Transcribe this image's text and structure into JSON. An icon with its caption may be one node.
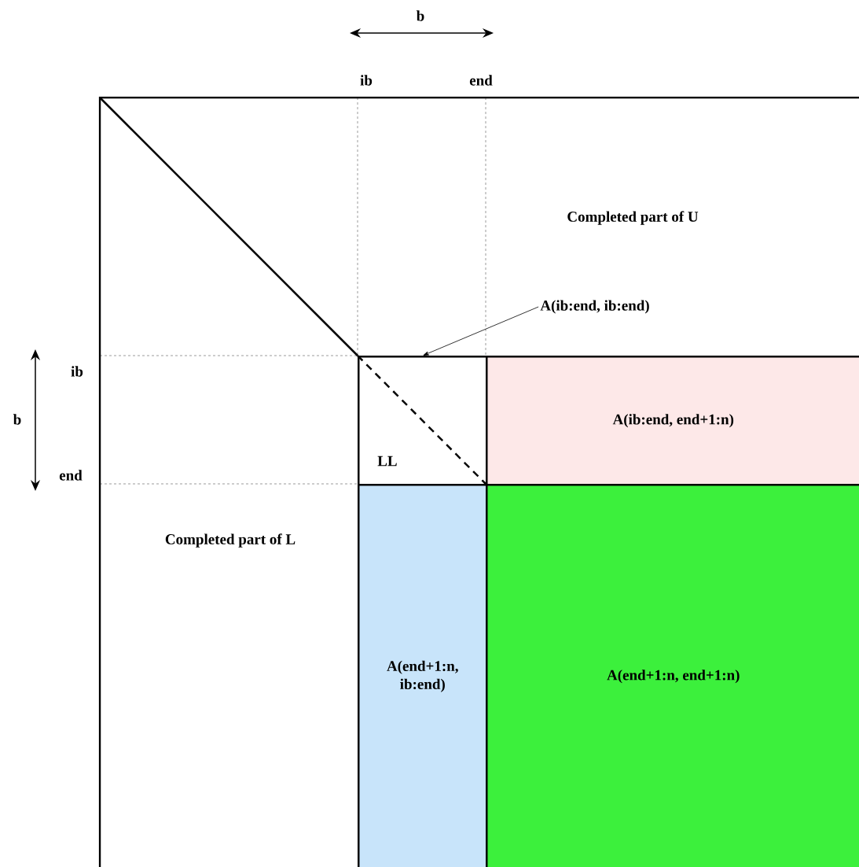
{
  "diagram": {
    "nodes": [
      {
        "text": [
          "LL"
        ]
      },
      {
        "text": [
          "A(ib:end, end+1:n)"
        ]
      },
      {
        "text": [
          "A(end+1:n, ib:end)"
        ]
      },
      {
        "text": [
          "A(end+1:n, end+1:n)"
        ]
      },
      {
        "text": [
          "A(ib:end, ib:end)"
        ]
      }
    ],
    "edges": [
      {
        "from": 4,
        "to": 0,
        "arrow": "to"
      }
    ],
    "labels": [
      "b",
      "ib",
      "end",
      "Completed part of U",
      "ib",
      "b",
      "end",
      "Completed part of L"
    ]
  }
}
